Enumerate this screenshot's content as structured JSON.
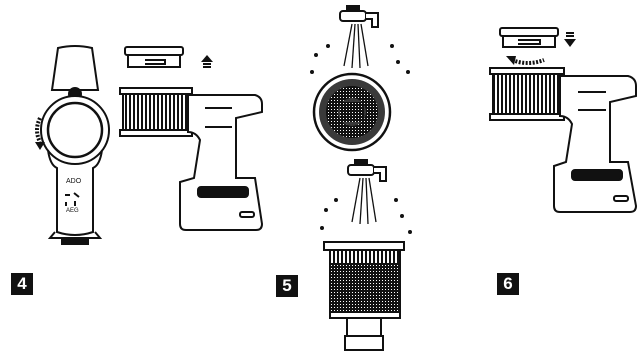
{
  "steps": [
    {
      "number": "4",
      "panel": "remove-filter-from-dust-bin"
    },
    {
      "number": "5",
      "panel": "rinse-filter-parts-under-tap"
    },
    {
      "number": "6",
      "panel": "refit-filter-into-dust-bin"
    }
  ],
  "device": {
    "brand_label": "AEG",
    "small_labels": [
      "ADO",
      "Ѱ"
    ]
  },
  "icons": {
    "arrow_up": "arrow-up-icon",
    "arrow_down": "arrow-down-icon",
    "rotate": "rotate-arrow-icon",
    "tap": "water-tap-icon",
    "drops": "water-drop-icon"
  },
  "colors": {
    "ink": "#111111",
    "badge_bg": "#111111",
    "badge_text": "#ffffff",
    "filter_dark": "#3a3a3a"
  }
}
